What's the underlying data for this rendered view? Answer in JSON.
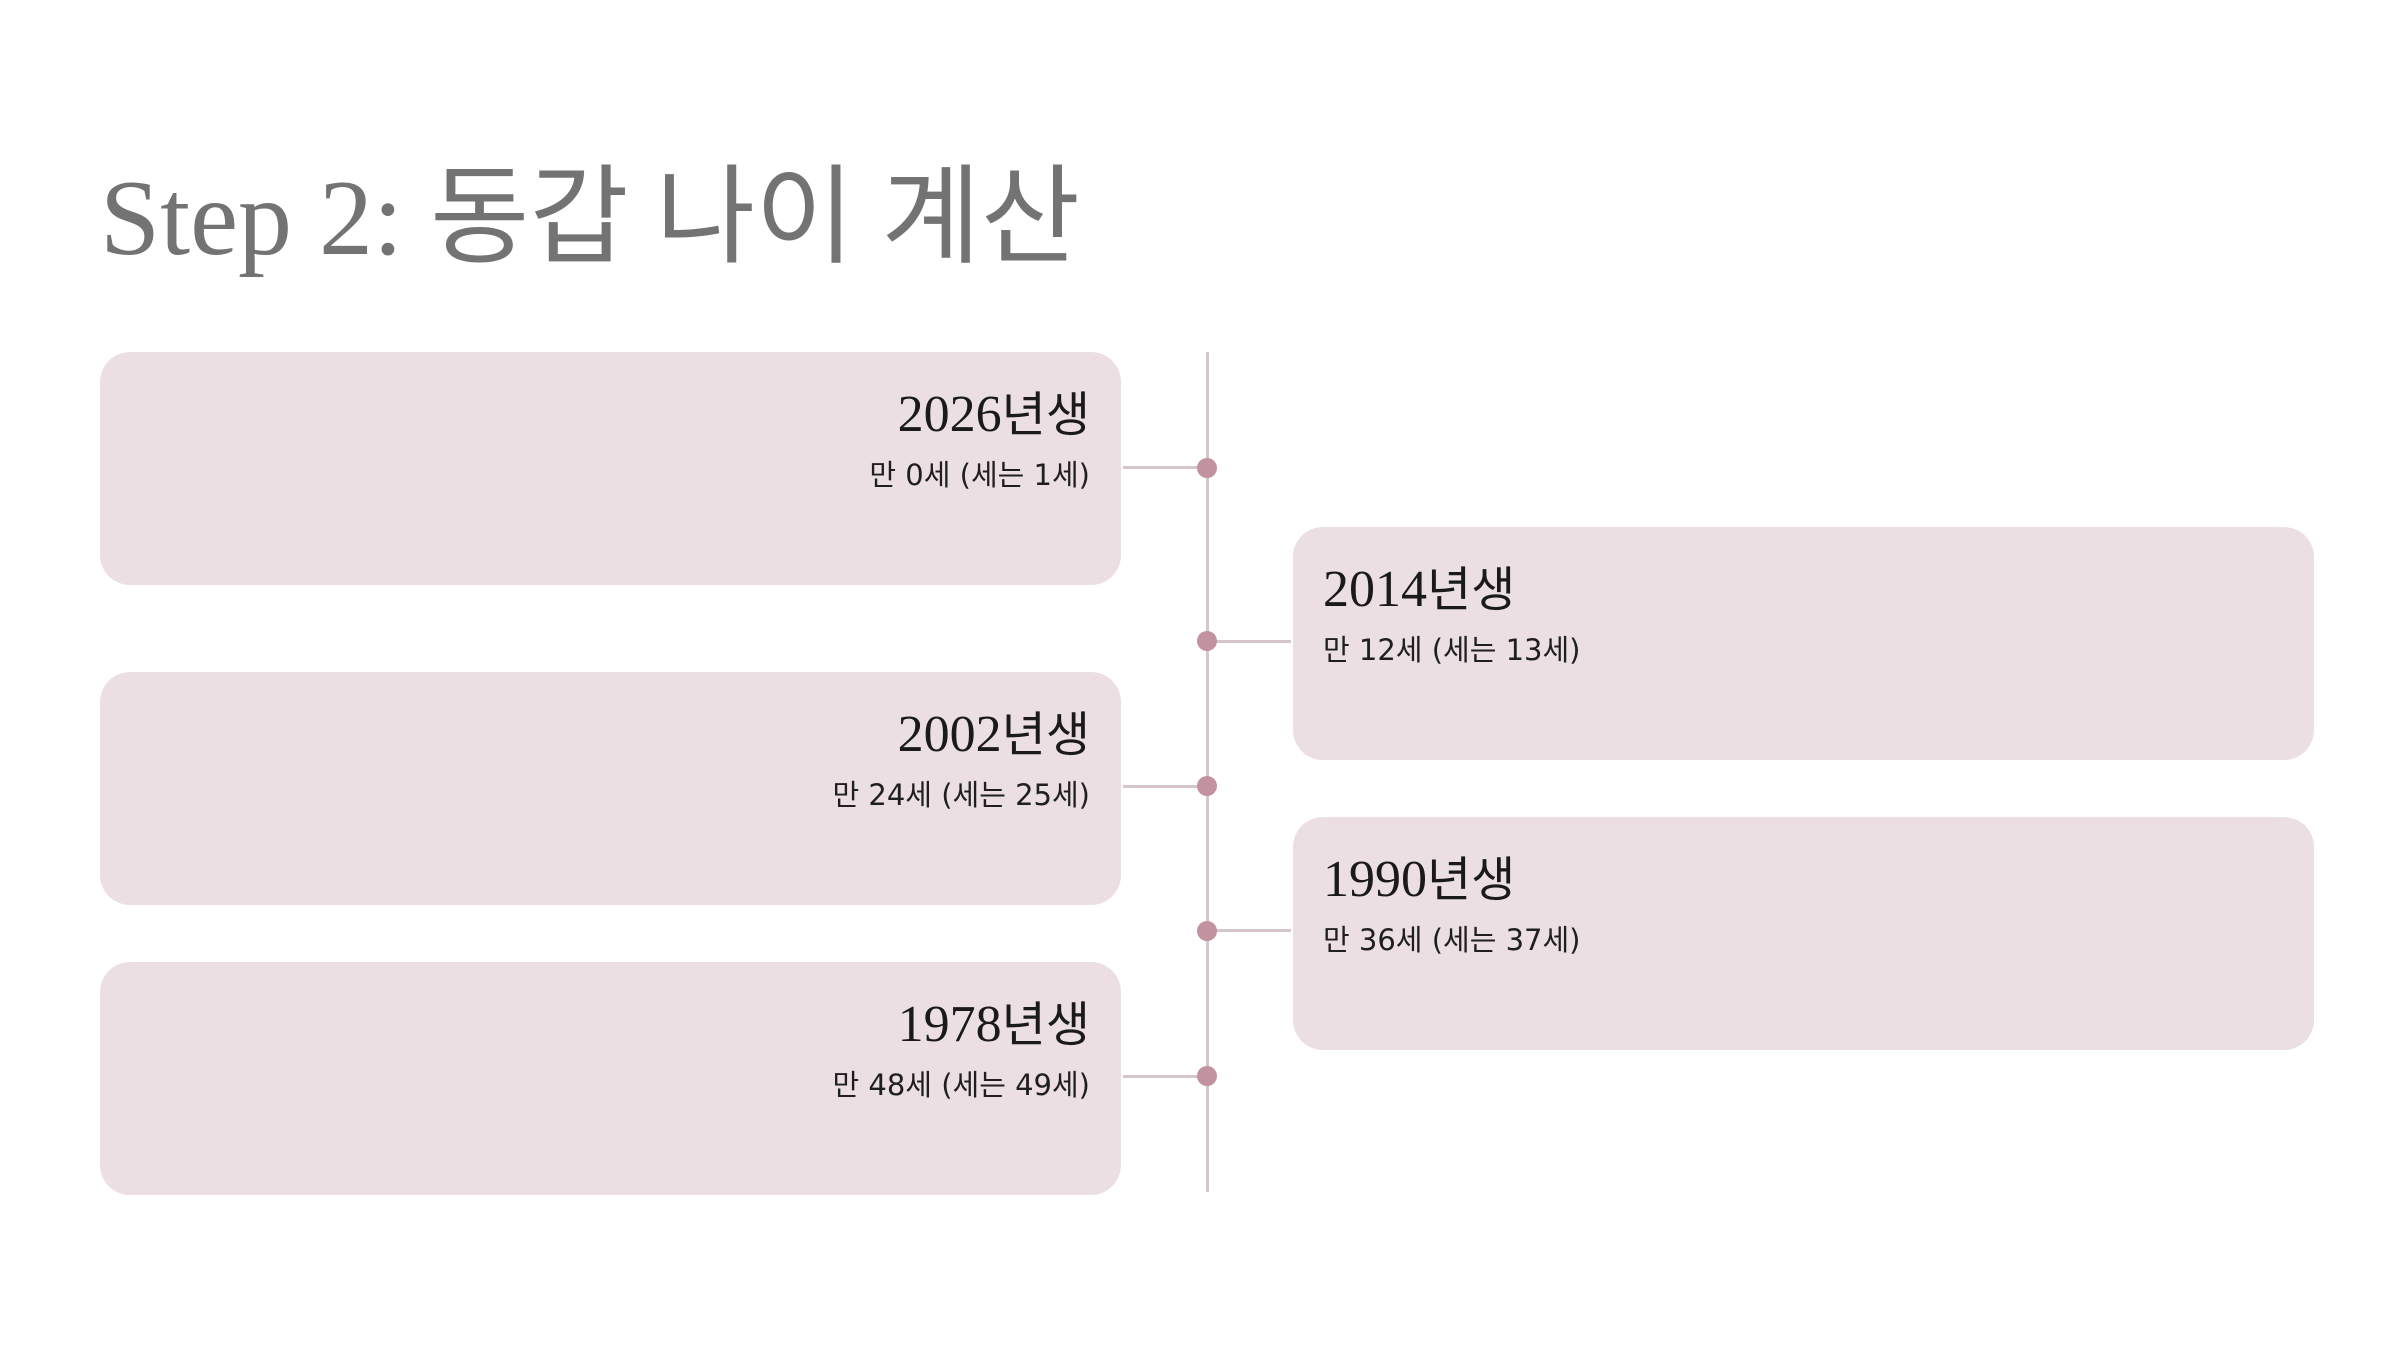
{
  "title": "Step 2: 동갑 나이 계산",
  "colors": {
    "card_background": "#ebdfe3",
    "timeline_line": "#d5c6cc",
    "timeline_dot": "#c2929f",
    "title_text": "#737373"
  },
  "entries": [
    {
      "year": "2026",
      "suffix": "년생",
      "age": "만 0세 (세는 1세)"
    },
    {
      "year": "2014",
      "suffix": "년생",
      "age": "만 12세 (세는 13세)"
    },
    {
      "year": "2002",
      "suffix": "년생",
      "age": "만 24세 (세는 25세)"
    },
    {
      "year": "1990",
      "suffix": "년생",
      "age": "만 36세 (세는 37세)"
    },
    {
      "year": "1978",
      "suffix": "년생",
      "age": "만 48세 (세는 49세)"
    }
  ]
}
